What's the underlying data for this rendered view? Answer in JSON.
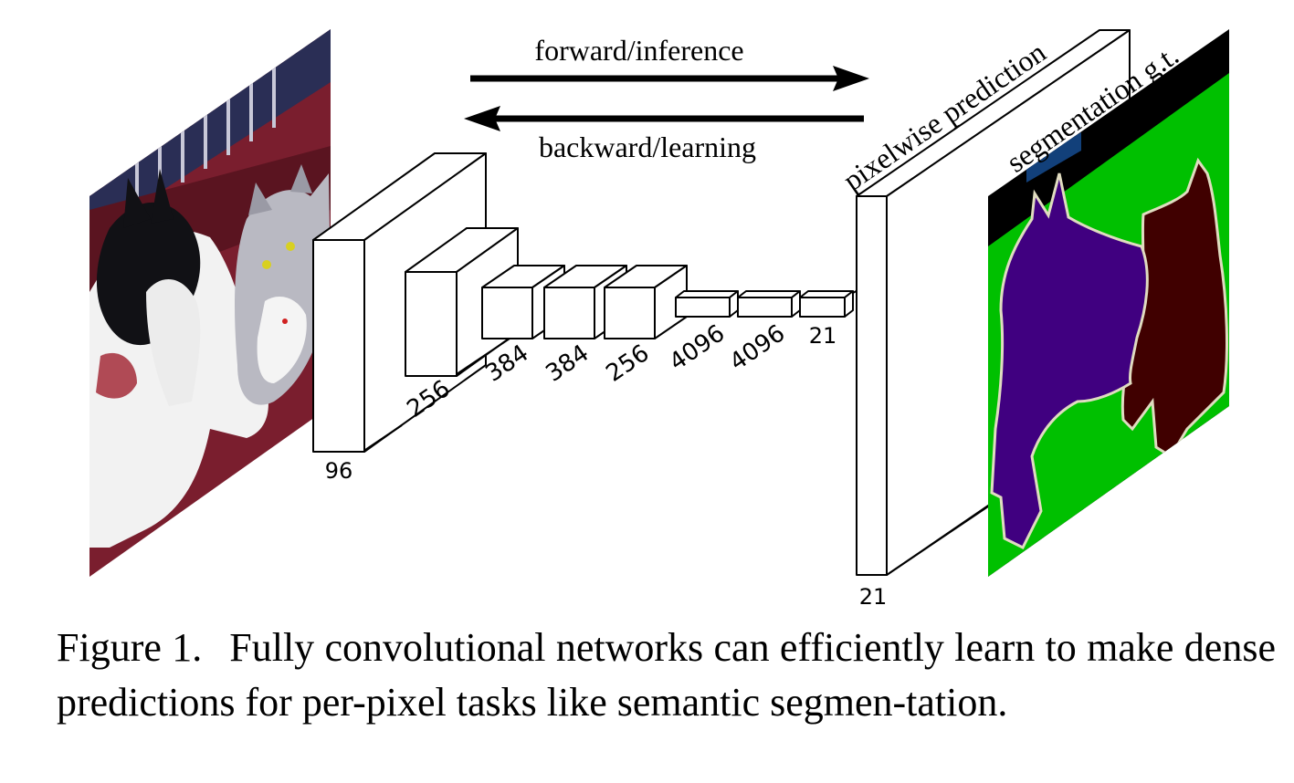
{
  "arrows": {
    "forward_label": "forward/inference",
    "backward_label": "backward/learning"
  },
  "labels": {
    "pixelwise_prediction": "pixelwise prediction",
    "segmentation_gt": "segmentation g.t."
  },
  "layers": [
    {
      "channels": "96"
    },
    {
      "channels": "256"
    },
    {
      "channels": "384"
    },
    {
      "channels": "384"
    },
    {
      "channels": "256"
    },
    {
      "channels": "4096"
    },
    {
      "channels": "4096"
    },
    {
      "channels": "21"
    }
  ],
  "output_channels": "21",
  "caption": {
    "figure_label": "Figure 1.",
    "text": "Fully convolutional networks can efficiently learn to make dense predictions for per-pixel tasks like semantic segmen-tation."
  },
  "colors": {
    "background": "#000000",
    "grass": "#00c000",
    "dog": "#400080",
    "cat": "#400000",
    "sofa": "#12407a",
    "void_outline": "#e0dcc0"
  }
}
